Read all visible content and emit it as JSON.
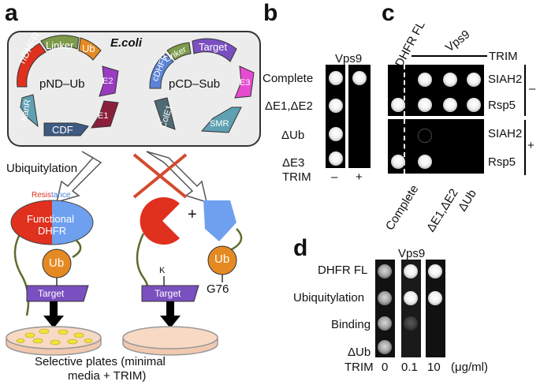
{
  "panel_a": {
    "label": "a",
    "ecoli": "E.coli",
    "plasmid1": {
      "name": "pND–Ub",
      "segments": [
        "nDHFR",
        "Linker",
        "Ub",
        "E2",
        "E1",
        "CDF",
        "KanR"
      ]
    },
    "plasmid2": {
      "name": "pCD–Sub",
      "segments": [
        "cDHFR",
        "Linker",
        "Target",
        "E3",
        "SMR",
        "ColE1"
      ]
    },
    "ubiquitylation": "Ubiquitylation",
    "resistance_part1": "Resis",
    "resistance_part2": "tance",
    "functional": "Functional",
    "dhfr": "DHFR",
    "ub": "Ub",
    "target": "Target",
    "plus": "+",
    "k": "K",
    "g76": "G76",
    "selective_line1": "Selective plates (minimal",
    "selective_line2": "media + TRIM)",
    "colors": {
      "red": "#e0301e",
      "blue": "#6fa0f0",
      "ub_orange": "#e58a22",
      "target_purple": "#7a4fc0",
      "stem": "#5c6d2e",
      "box_bg": "#ececec",
      "colony": "#f2e23a",
      "plate": "#f7d9c4"
    }
  },
  "panel_b": {
    "label": "b",
    "title": "Vps9",
    "rows": [
      "Complete",
      "ΔE1,ΔE2",
      "ΔUb",
      "ΔE3"
    ],
    "trim_label": "TRIM",
    "trim_values": [
      "–",
      "+"
    ]
  },
  "panel_c": {
    "label": "c",
    "col_header1": "DHFR FL",
    "col_header2": "Vps9",
    "trim_label": "TRIM",
    "right_rows": [
      "SIAH2",
      "Rsp5",
      "SIAH2",
      "Rsp5"
    ],
    "signs": [
      "–",
      "+"
    ],
    "bottom_labels": [
      "Complete",
      "ΔE1,ΔE2",
      "ΔUb"
    ]
  },
  "panel_d": {
    "label": "d",
    "title": "Vps9",
    "rows": [
      "DHFR FL",
      "Ubiquitylation",
      "Binding",
      "ΔUb"
    ],
    "trim_label": "TRIM",
    "trim_values": [
      "0",
      "0.1",
      "10"
    ],
    "unit": "(μg/ml)"
  }
}
